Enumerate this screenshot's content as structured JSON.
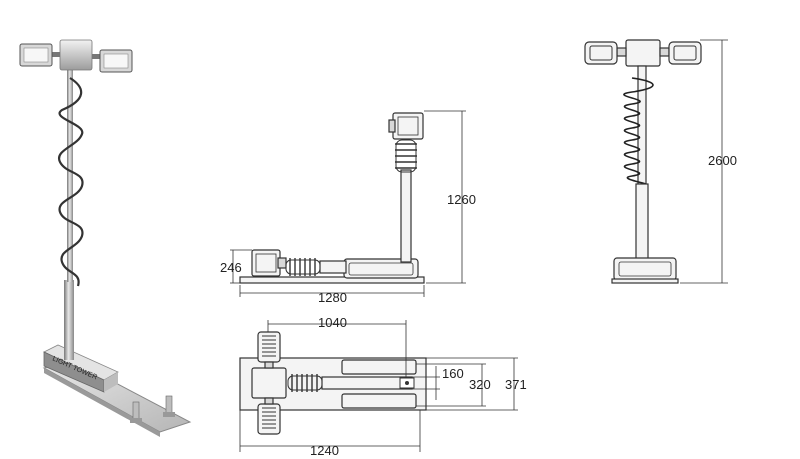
{
  "dimensions": {
    "side_height": "1260",
    "side_base_height": "246",
    "side_length": "1280",
    "front_height": "2600",
    "top_length_inner": "1040",
    "top_length_outer": "1240",
    "top_width_a": "160",
    "top_width_b": "320",
    "top_width_c": "371"
  },
  "product_photo": {
    "base_label": "LIGHT TOWER"
  },
  "colors": {
    "line": "#333333",
    "metal_light": "#e6e6e6",
    "metal_dark": "#9a9a9a",
    "base_plate": "#cfcfcf"
  }
}
